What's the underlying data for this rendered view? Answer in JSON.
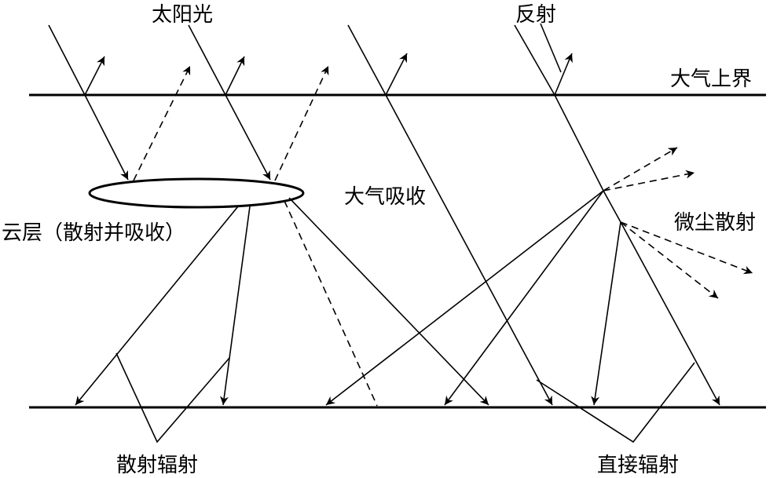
{
  "labels": {
    "sunlight": "太阳光",
    "reflection": "反射",
    "atmosphere_top": "大气上界",
    "atmospheric_absorption": "大气吸收",
    "cloud_layer": "云层（散射并吸收）",
    "dust_scattering": "微尘散射",
    "scattered_radiation": "散射辐射",
    "direct_radiation": "直接辐射"
  }
}
